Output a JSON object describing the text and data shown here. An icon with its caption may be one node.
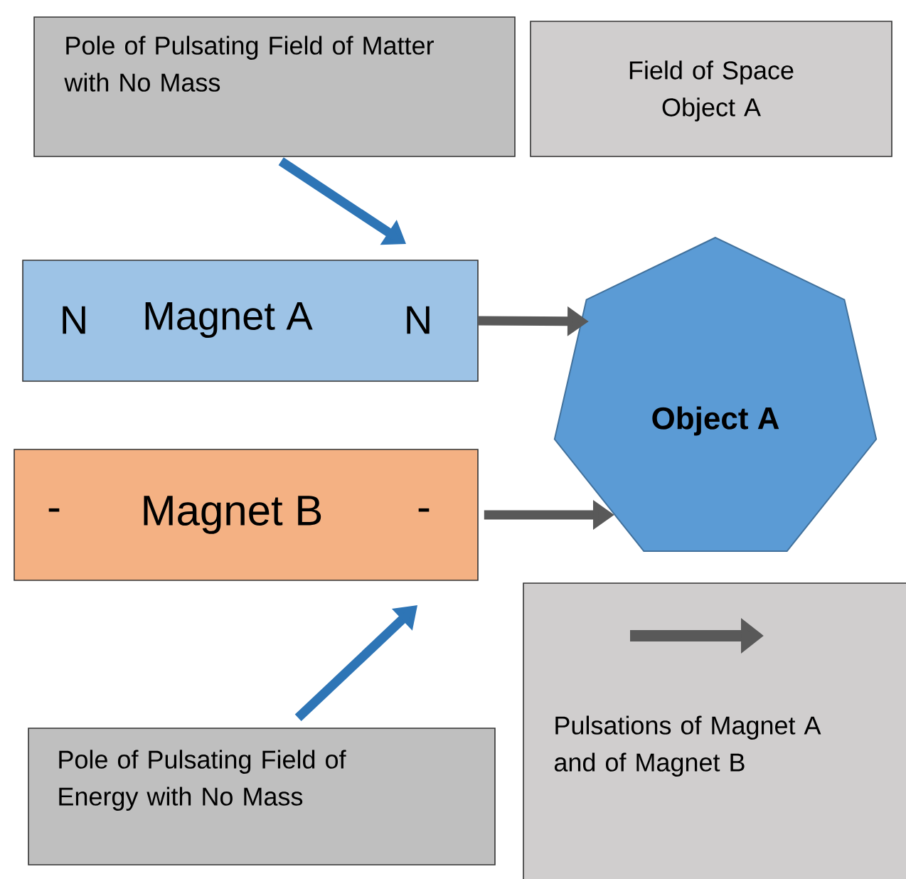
{
  "diagram": {
    "nodes": [
      {
        "text": [
          "Pole of Pulsating Field of Matter with No Mass"
        ]
      },
      {
        "text": [
          "Field of Space Object A"
        ]
      },
      {
        "text": [
          "N",
          "Magnet A",
          "N"
        ]
      },
      {
        "text": [
          "Object A"
        ]
      },
      {
        "text": [
          "-",
          "Magnet B",
          "-"
        ]
      },
      {
        "text": [
          "Pole of Pulsating Field of Energy with No Mass"
        ]
      }
    ],
    "edges": [
      {
        "from": 0,
        "to": 2,
        "arrow": "to",
        "color": "#2e75b6"
      },
      {
        "from": 2,
        "to": 3,
        "arrow": "to",
        "color": "#595959"
      },
      {
        "from": 4,
        "to": 3,
        "arrow": "to",
        "color": "#595959"
      },
      {
        "from": 5,
        "to": 4,
        "arrow": "to",
        "color": "#2e75b6"
      }
    ],
    "legend": [
      {
        "text": "Pulsations of Magnet A and of Magnet B"
      }
    ]
  }
}
